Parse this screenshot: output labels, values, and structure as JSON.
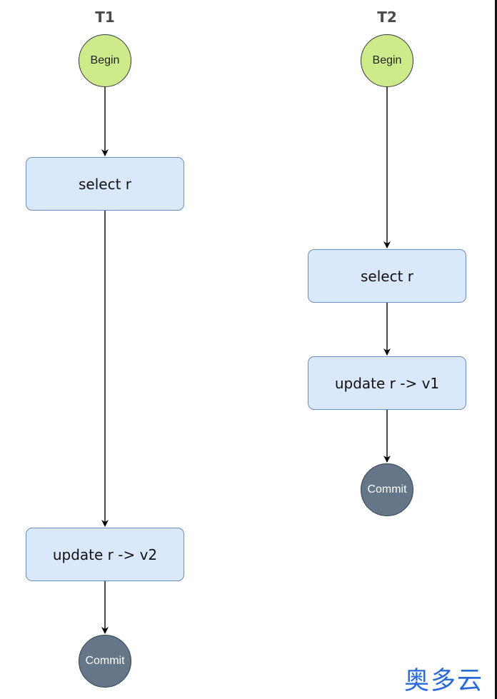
{
  "lanes": [
    {
      "title": "T1",
      "begin": "Begin",
      "steps": [
        "select r",
        "update r -> v2"
      ],
      "commit": "Commit"
    },
    {
      "title": "T2",
      "begin": "Begin",
      "steps": [
        "select r",
        "update r -> v1"
      ],
      "commit": "Commit"
    }
  ],
  "watermark": "奥多云",
  "colors": {
    "begin_fill": "#cdeb8b",
    "commit_fill": "#647687",
    "step_fill": "#dae8fc",
    "step_border": "#6c8ebf",
    "edge": "#000000"
  }
}
